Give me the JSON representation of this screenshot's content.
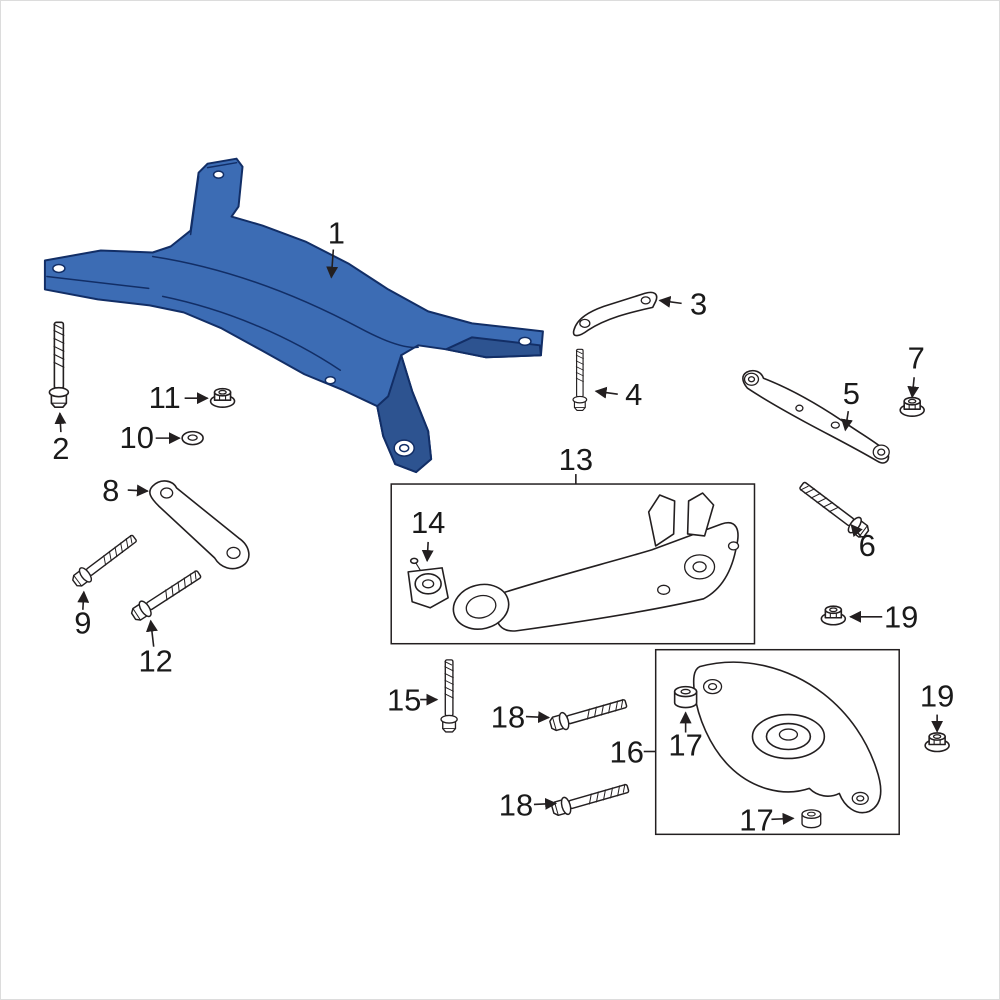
{
  "colors": {
    "highlight": "#3c6cb4",
    "highlight_shadow": "#2d5390",
    "highlight_stroke": "#122e66",
    "ink": "#231f20",
    "background": "#ffffff",
    "border": "#dcdcdc"
  },
  "callouts": {
    "n1": "1",
    "n2": "2",
    "n3": "3",
    "n4": "4",
    "n5": "5",
    "n6": "6",
    "n7": "7",
    "n8": "8",
    "n9": "9",
    "n10": "10",
    "n11": "11",
    "n12": "12",
    "n13": "13",
    "n14": "14",
    "n15": "15",
    "n16": "16",
    "n17a": "17",
    "n17b": "17",
    "n18a": "18",
    "n18b": "18",
    "n19a": "19",
    "n19b": "19"
  }
}
